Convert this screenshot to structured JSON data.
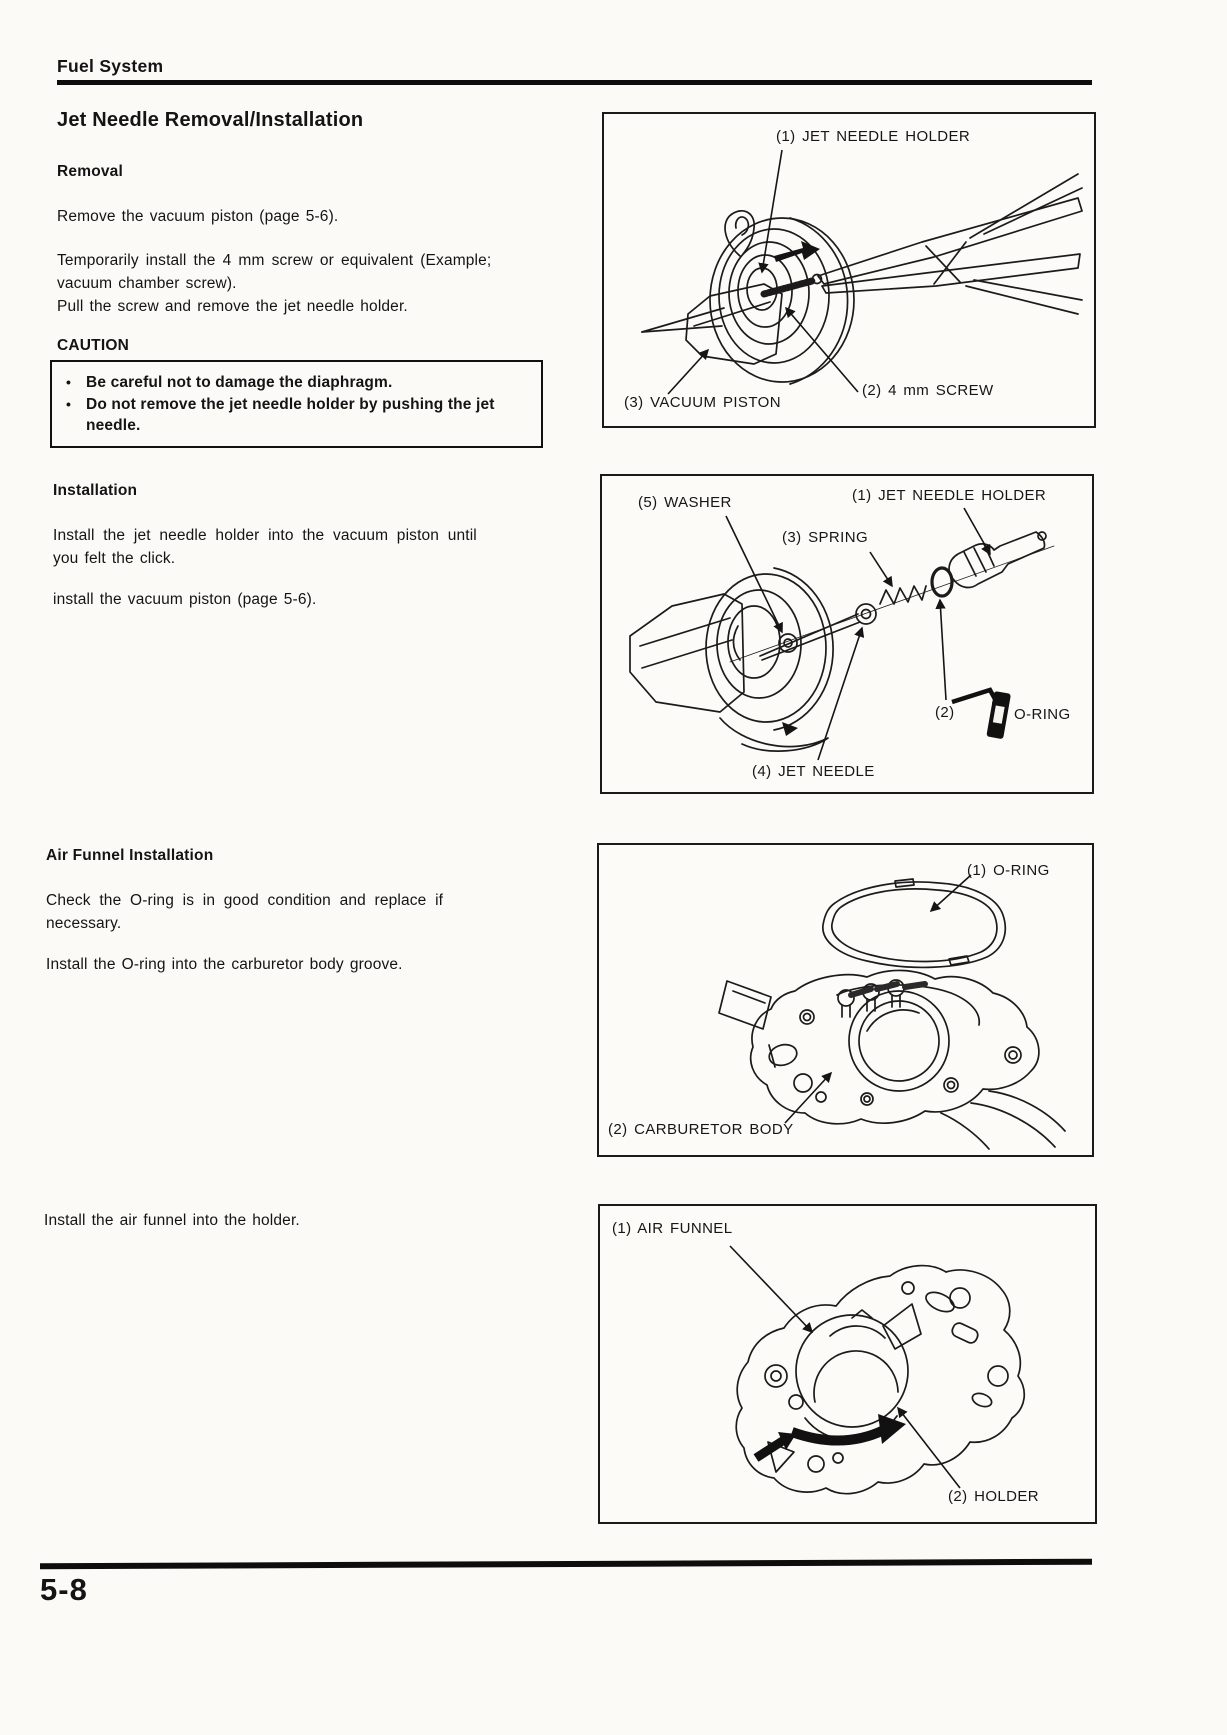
{
  "header": {
    "title": "Fuel System"
  },
  "content": {
    "title": "Jet Needle Removal/Installation",
    "removal": {
      "heading": "Removal",
      "para1": "Remove the vacuum piston (page 5-6).",
      "para2_line1": "Temporarily install the 4 mm screw or equivalent (Example;",
      "para2_line2": "vacuum chamber screw).",
      "para2_line3": "Pull the screw and remove the jet needle holder.",
      "caution_label": "CAUTION",
      "bullet": "•",
      "caution_item1": "Be careful not to damage the diaphragm.",
      "caution_item2_line1": "Do not remove the jet needle holder by pushing the jet",
      "caution_item2_line2": "needle."
    },
    "installation": {
      "heading": "Installation",
      "para1_line1": "Install the jet needle holder into the vacuum piston until",
      "para1_line2": "you felt the click.",
      "para2": "install the vacuum piston (page 5-6)."
    },
    "air_funnel": {
      "heading": "Air Funnel Installation",
      "para1_line1": "Check the O-ring is in good condition and replace if",
      "para1_line2": "necessary.",
      "para2": "Install the O-ring into the carburetor body groove.",
      "para3": "Install the air funnel into the holder."
    }
  },
  "figures": {
    "fig1": {
      "holder": "(1) JET NEEDLE HOLDER",
      "screw": "(2) 4 mm SCREW",
      "piston": "(3) VACUUM PISTON"
    },
    "fig2": {
      "holder": "(1) JET NEEDLE HOLDER",
      "oring_num": "(2)",
      "oring": "O-RING",
      "spring": "(3) SPRING",
      "needle": "(4) JET NEEDLE",
      "washer": "(5) WASHER"
    },
    "fig3": {
      "oring": "(1) O-RING",
      "body": "(2) CARBURETOR BODY"
    },
    "fig4": {
      "funnel": "(1) AIR FUNNEL",
      "holder": "(2) HOLDER"
    }
  },
  "footer": {
    "page_number": "5-8"
  }
}
